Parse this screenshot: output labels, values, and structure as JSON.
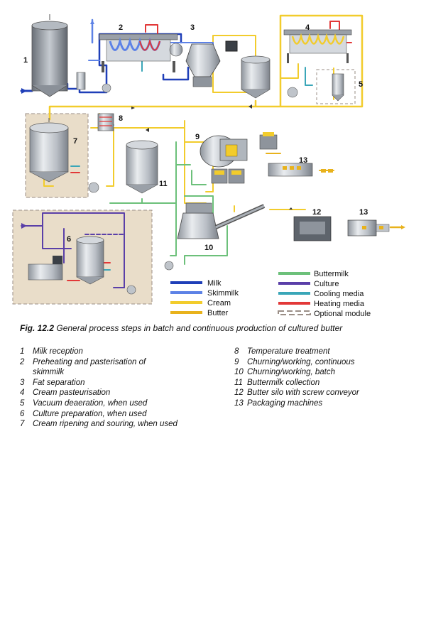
{
  "figure": {
    "caption_label": "Fig. 12.2",
    "caption_text": "General process steps in batch and continuous production of cultured butter",
    "equipment_numbers": [
      "1",
      "2",
      "3",
      "4",
      "5",
      "6",
      "7",
      "8",
      "9",
      "10",
      "11",
      "12",
      "13",
      "13"
    ]
  },
  "legend": [
    {
      "label": "Milk",
      "color": "#1f3fb8",
      "style": "solid"
    },
    {
      "label": "Skimmilk",
      "color": "#5d82e6",
      "style": "solid"
    },
    {
      "label": "Cream",
      "color": "#f2cc2c",
      "style": "solid"
    },
    {
      "label": "Butter",
      "color": "#e8b21c",
      "style": "solid"
    },
    {
      "label": "Buttermilk",
      "color": "#6cc07a",
      "style": "solid"
    },
    {
      "label": "Culture",
      "color": "#5a3fa8",
      "style": "solid"
    },
    {
      "label": "Cooling media",
      "color": "#3aa6b8",
      "style": "solid"
    },
    {
      "label": "Heating media",
      "color": "#e23838",
      "style": "solid"
    },
    {
      "label": "Optional module",
      "color": "#9a8e86",
      "style": "dashed"
    }
  ],
  "steps_left": [
    {
      "n": "1",
      "text": "Milk reception"
    },
    {
      "n": "2",
      "text": "Preheating and pasterisation of skimmilk"
    },
    {
      "n": "3",
      "text": "Fat separation"
    },
    {
      "n": "4",
      "text": "Cream pasteurisation"
    },
    {
      "n": "5",
      "text": "Vacuum deaeration, when used"
    },
    {
      "n": "6",
      "text": "Culture preparation, when used"
    },
    {
      "n": "7",
      "text": "Cream ripening and souring, when used"
    }
  ],
  "steps_right": [
    {
      "n": "8",
      "text": "Temperature treatment"
    },
    {
      "n": "9",
      "text": "Churning/working, continuous"
    },
    {
      "n": "10",
      "text": "Churning/working, batch"
    },
    {
      "n": "11",
      "text": "Buttermilk collection"
    },
    {
      "n": "12",
      "text": "Butter silo with screw conveyor"
    },
    {
      "n": "13",
      "text": "Packaging machines"
    }
  ]
}
